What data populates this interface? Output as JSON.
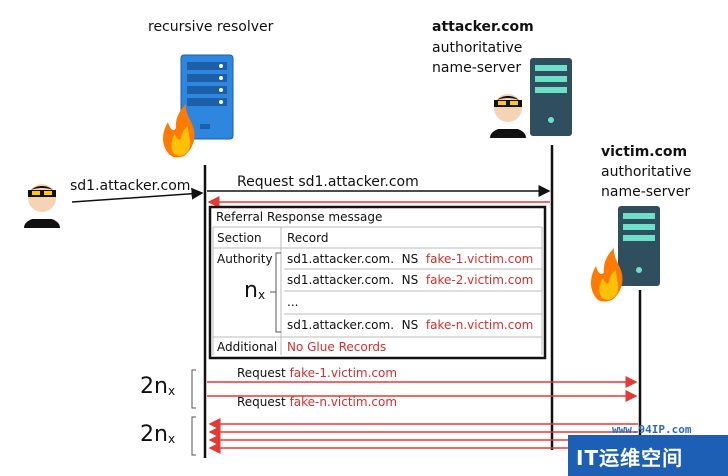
{
  "nodes": {
    "resolver": {
      "label": "recursive resolver"
    },
    "attacker_ns": {
      "domain": "attacker.com",
      "line2": "authoritative",
      "line3": "name-server"
    },
    "victim_ns": {
      "domain": "victim.com",
      "line2": "authoritative",
      "line3": "name-server"
    },
    "client_query": "sd1.attacker.com"
  },
  "messages": {
    "request1": "Request sd1.attacker.com",
    "fake_req_prefix": "Request",
    "fake_req_1": "fake-1.victim.com",
    "fake_req_n": "fake-n.victim.com"
  },
  "referral": {
    "title": "Referral Response message",
    "header": {
      "section": "Section",
      "record": "Record"
    },
    "authority_label": "Authority",
    "rows": [
      {
        "name": "sd1.attacker.com.",
        "type": "NS",
        "target": "fake-1.victim.com"
      },
      {
        "name": "sd1.attacker.com.",
        "type": "NS",
        "target": "fake-2.victim.com"
      },
      {
        "name": "...",
        "type": "",
        "target": ""
      },
      {
        "name": "sd1.attacker.com.",
        "type": "NS",
        "target": "fake-n.victim.com"
      }
    ],
    "nx_label": "n",
    "nx_sub": "x",
    "additional_label": "Additional",
    "additional_value": "No Glue Records"
  },
  "multipliers": {
    "top": {
      "main": "2n",
      "sub": "x"
    },
    "bottom": {
      "main": "2n",
      "sub": "x"
    }
  },
  "watermark": {
    "url": "www.94IP.com",
    "text": "IT运维空间"
  },
  "colors": {
    "arrow_red": "#e53935",
    "text_red": "#d32f2f",
    "server_blue": "#2e86de",
    "server_dark": "#2f4f5f",
    "watermark_blue": "#2b6bbf"
  }
}
